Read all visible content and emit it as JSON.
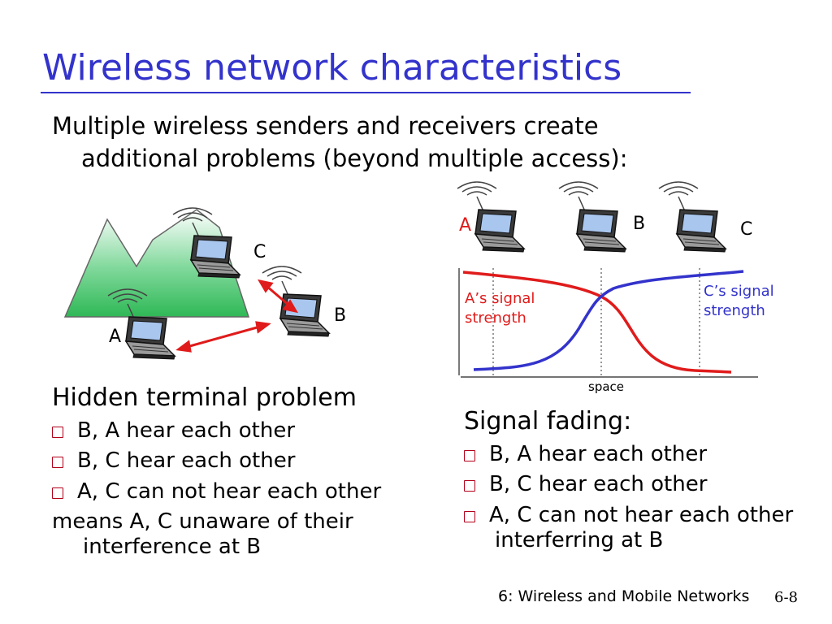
{
  "title": "Wireless network characteristics",
  "intro": {
    "line1": "Multiple wireless senders and receivers create",
    "line2": "additional problems (beyond multiple access):"
  },
  "hidden_terminal": {
    "heading": "Hidden terminal problem",
    "bullets": [
      "B, A hear each other",
      "B, C hear each other",
      "A, C can not hear each other"
    ],
    "note_line1": "means A, C unaware of their",
    "note_line2": "interference at B",
    "node_labels": {
      "a": "A",
      "b": "B",
      "c": "C"
    }
  },
  "signal_fading": {
    "heading": "Signal fading:",
    "bullets": [
      "B, A hear each other",
      "B, C hear each other",
      "A, C can not hear each other"
    ],
    "bullet3_cont": "interferring at B",
    "node_labels": {
      "a": "A",
      "b": "B",
      "c": "C"
    },
    "a_signal_line1": "A’s signal",
    "a_signal_line2": "strength",
    "c_signal_line1": "C’s signal",
    "c_signal_line2": "strength",
    "x_axis_label": "space"
  },
  "footer": {
    "course": "6: Wireless and Mobile Networks",
    "page": "6-8"
  },
  "colors": {
    "title": "#3333cc",
    "bullet_box": "#b3001a",
    "a_signal": "#e01b1b",
    "c_signal": "#3333cc",
    "arrow": "#e01b1b",
    "mountain": "#49c46a"
  },
  "icons": [
    "laptop-icon",
    "antenna-waves-icon",
    "mountain-icon",
    "double-arrow-icon"
  ]
}
